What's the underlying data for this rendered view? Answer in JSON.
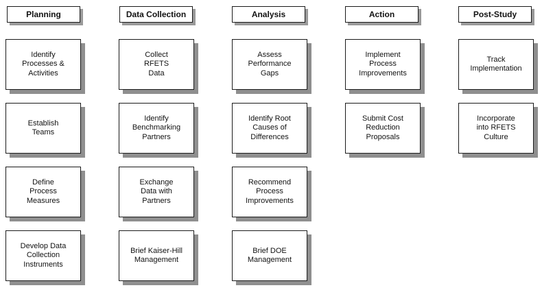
{
  "columns": [
    {
      "header": "Planning",
      "boxes": [
        "Identify\nProcesses &\nActivities",
        "Establish\nTeams",
        "Define\nProcess\nMeasures",
        "Develop Data\nCollection\nInstruments"
      ]
    },
    {
      "header": "Data Collection",
      "boxes": [
        "Collect\nRFETS\nData",
        "Identify\nBenchmarking\nPartners",
        "Exchange\nData with\nPartners",
        "Brief Kaiser-Hill\nManagement"
      ]
    },
    {
      "header": "Analysis",
      "boxes": [
        "Assess\nPerformance\nGaps",
        "Identify Root\nCauses of\nDifferences",
        "Recommend\nProcess\nImprovements",
        "Brief DOE\nManagement"
      ]
    },
    {
      "header": "Action",
      "boxes": [
        "Implement\nProcess\nImprovements",
        "Submit Cost\nReduction\nProposals"
      ]
    },
    {
      "header": "Post-Study",
      "boxes": [
        "Track\nImplementation",
        "Incorporate\ninto RFETS\nCulture"
      ]
    }
  ]
}
